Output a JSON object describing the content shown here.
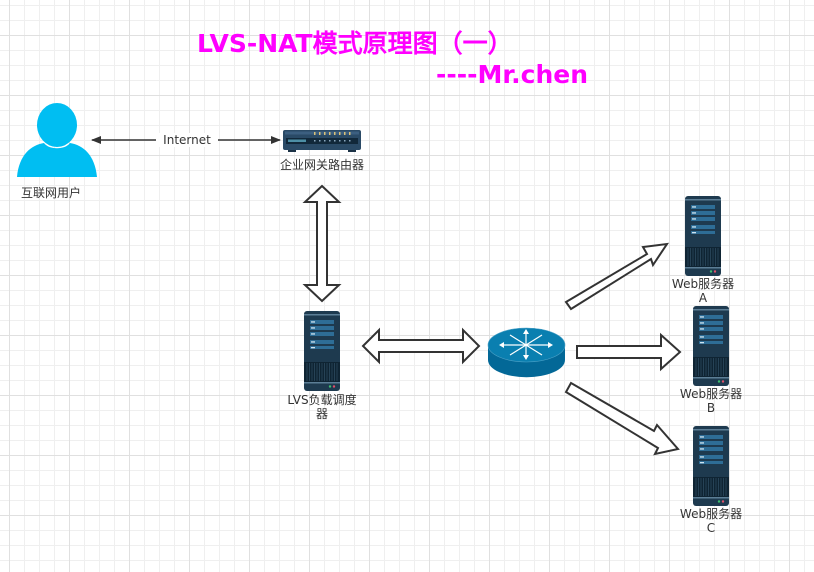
{
  "title": {
    "main": "LVS-NAT模式原理图（一）",
    "author": "----Mr.chen",
    "color": "#ff00ff"
  },
  "nodes": {
    "user": {
      "label": "互联网用户",
      "icon": "user-icon",
      "color": "#00bef2"
    },
    "gateway": {
      "label": "企业网关路由器",
      "icon": "switch-icon",
      "color": "#2a4a66"
    },
    "lvs": {
      "label_line1": "LVS负载调度",
      "label_line2": "器",
      "icon": "server-icon"
    },
    "router": {
      "icon": "router-icon",
      "color": "#036897"
    },
    "web_a": {
      "label_line1": "Web服务器",
      "label_line2": "A",
      "icon": "server-icon"
    },
    "web_b": {
      "label_line1": "Web服务器",
      "label_line2": "B",
      "icon": "server-icon"
    },
    "web_c": {
      "label_line1": "Web服务器",
      "label_line2": "C",
      "icon": "server-icon"
    }
  },
  "edges": {
    "internet": {
      "label": "Internet",
      "from": "user",
      "to": "gateway",
      "type": "bidirectional-line"
    },
    "gateway_lvs": {
      "from": "gateway",
      "to": "lvs",
      "type": "bidirectional-block-arrow"
    },
    "lvs_router": {
      "from": "lvs",
      "to": "router",
      "type": "bidirectional-block-arrow"
    },
    "router_a": {
      "from": "router",
      "to": "web_a",
      "type": "block-arrow"
    },
    "router_b": {
      "from": "router",
      "to": "web_b",
      "type": "block-arrow"
    },
    "router_c": {
      "from": "router",
      "to": "web_c",
      "type": "block-arrow"
    }
  },
  "colors": {
    "server_body": "#1e3a4f",
    "server_accent": "#2e6d96",
    "arrow_stroke": "#333333"
  }
}
